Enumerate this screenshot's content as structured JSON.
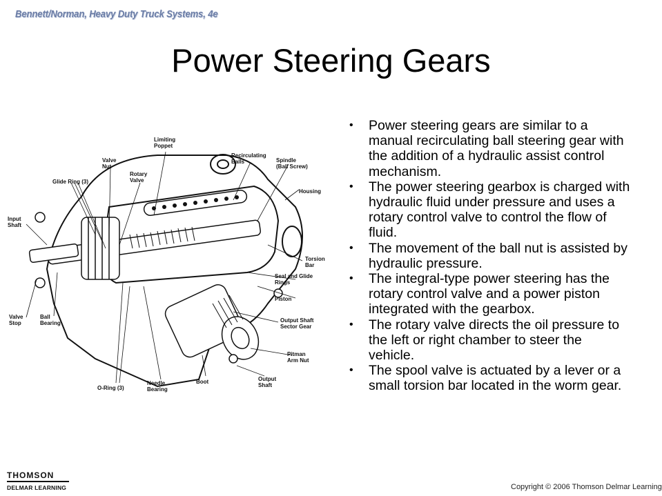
{
  "header": {
    "book_title": "Bennett/Norman, Heavy Duty Truck Systems, 4e"
  },
  "slide": {
    "title": "Power Steering Gears",
    "bullets": [
      "Power steering gears are similar to a manual recirculating ball steering gear with the addition of a hydraulic assist control mechanism.",
      "The power steering gearbox is charged with hydraulic fluid under pressure and uses a rotary control valve to control the flow of fluid.",
      "The movement of the ball nut is assisted by hydraulic pressure.",
      "The integral-type power steering has the rotary control valve and a power piston integrated with the gearbox.",
      "The rotary valve directs the oil pressure to the left or right chamber to steer the vehicle.",
      "The spool valve is actuated by a lever or a small torsion bar located in the worm gear."
    ]
  },
  "figure": {
    "labels": {
      "limiting_poppet": [
        "Limiting",
        "Poppet"
      ],
      "valve_nut": [
        "Valve",
        "Nut"
      ],
      "recirculating_balls": [
        "Recirculating",
        "Balls"
      ],
      "spindle": [
        "Spindle",
        "(Ball Screw)"
      ],
      "glide_ring": [
        "Glide Ring (3)"
      ],
      "rotary_valve": [
        "Rotary",
        "Valve"
      ],
      "housing": [
        "Housing"
      ],
      "input_shaft": [
        "Input",
        "Shaft"
      ],
      "torsion_bar": [
        "Torsion",
        "Bar"
      ],
      "seal_glide": [
        "Seal and Glide",
        "Rings"
      ],
      "piston": [
        "Piston"
      ],
      "valve_stop": [
        "Valve",
        "Stop"
      ],
      "ball_bearing": [
        "Ball",
        "Bearing"
      ],
      "output_sector": [
        "Output Shaft",
        "Sector Gear"
      ],
      "pitman_nut": [
        "Pitman",
        "Arm Nut"
      ],
      "boot": [
        "Boot"
      ],
      "output_shaft": [
        "Output",
        "Shaft"
      ],
      "o_ring": [
        "O-Ring (3)"
      ],
      "needle_bearing": [
        "Needle",
        "Bearing"
      ]
    }
  },
  "footer": {
    "logo_top": "THOMSON",
    "logo_bottom": "DELMAR LEARNING",
    "copyright": "Copyright © 2006 Thomson Delmar Learning"
  }
}
